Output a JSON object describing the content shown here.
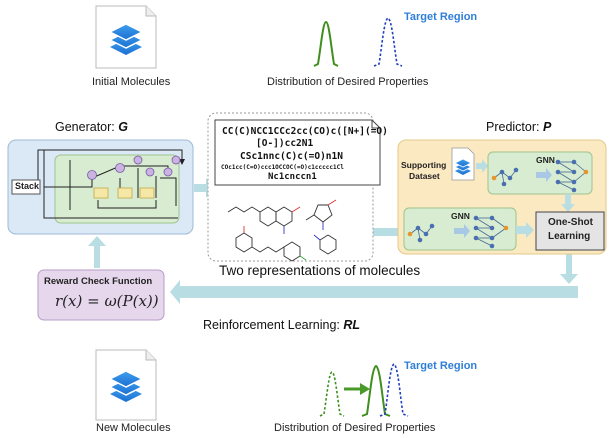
{
  "top": {
    "initial_label": "Initial Molecules",
    "dist_label": "Distribution of Desired Properties",
    "target_label": "Target Region"
  },
  "generator": {
    "title_prefix": "Generator: ",
    "title_symbol": "G",
    "stack_label": "Stack"
  },
  "smiles": {
    "line1": "CC(C)NCC1CCc2cc(CO)c([N+](=O)",
    "line2": "[O-])cc2N1",
    "line3": "CSc1nnc(C)c(=O)n1N",
    "line4": "COc1cc(C=O)ccc1OCCOC(=O)c1ccccc1Cl",
    "line5": "Nc1cnccn1"
  },
  "representations_label": "Two representations of molecules",
  "predictor": {
    "title_prefix": "Predictor: ",
    "title_symbol": "P",
    "supporting_label_1": "Supporting",
    "supporting_label_2": "Dataset",
    "gnn_top": "GNN",
    "gnn_bottom": "GNN",
    "oneshot_1": "One-Shot",
    "oneshot_2": "Learning"
  },
  "reward": {
    "title": "Reward Check Function",
    "formula": "r(x) = ω(P(x))"
  },
  "rl": {
    "title_prefix": "Reinforcement Learning: ",
    "title_symbol": "RL"
  },
  "bottom": {
    "new_label": "New Molecules",
    "dist_label": "Distribution of Desired Properties",
    "target_label": "Target Region"
  },
  "colors": {
    "accent_blue": "#2f7fd8",
    "curve_green": "#3f8f1e",
    "curve_blue": "#1f3fbf",
    "flow_teal": "#b8dde2",
    "generator_bg": "#dbe8f5",
    "predictor_bg": "#fbe9c2",
    "reward_bg": "#e6d7ec",
    "gnn_bg": "#d7ecd0"
  },
  "icons": [
    "document-layers-icon",
    "arrow-icon",
    "molecule-icon",
    "graph-icon"
  ]
}
